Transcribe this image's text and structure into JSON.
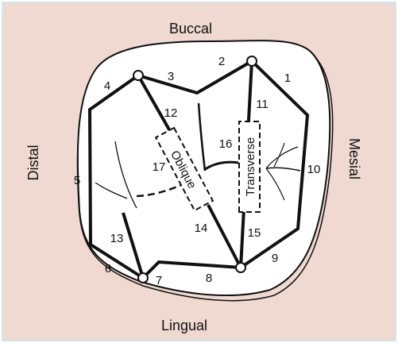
{
  "colors": {
    "background": "#efd9d0",
    "frame": "#cfe6ef",
    "tooth_fill": "#ffffff",
    "line": "#111111"
  },
  "surfaces": {
    "buccal": "Buccal",
    "lingual": "Lingual",
    "mesial": "Mesial",
    "distal": "Distal"
  },
  "ridge_labels": {
    "oblique": "Oblique",
    "transverse": "Transverse"
  },
  "numbers": [
    "1",
    "2",
    "3",
    "4",
    "5",
    "6",
    "7",
    "8",
    "9",
    "10",
    "11",
    "12",
    "13",
    "14",
    "15",
    "16",
    "17"
  ]
}
